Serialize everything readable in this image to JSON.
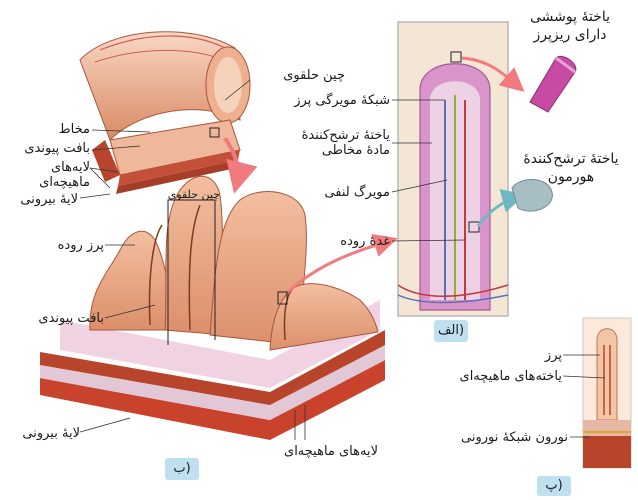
{
  "colors": {
    "tissue_pink": "#e8a583",
    "tissue_light": "#f6d3bc",
    "muscle_red": "#b8442c",
    "villus_purple": "#c77dba",
    "arrow_pink": "#f07a7e",
    "arrow_teal": "#6fb8c2",
    "tag_blue": "#bfe1ef"
  },
  "panels": {
    "a": "الف)",
    "b": "ب)",
    "p": "پ)"
  },
  "labels_top_left": {
    "circular_fold": "چین حلقوی",
    "mucosa": "مخاط",
    "connective": "بافت پیوندی",
    "muscle_layers": "لایه‌های\nماهیچه‌ای",
    "outer_layer": "لایهٔ بیرونی"
  },
  "labels_b": {
    "circular_fold": "چین حلقوی",
    "villus": "پرز روده",
    "connective": "بافت پیوندی",
    "outer_layer": "لایهٔ بیرونی",
    "muscle_layers": "لایه‌های ماهیچه‌ای"
  },
  "labels_a": {
    "capillary_net": "شبکهٔ مویرگی پرز",
    "mucus_cell": "یاختهٔ ترشح‌کنندهٔ\nمادهٔ مخاطی",
    "lymph": "مویرگ لنفی",
    "gland": "غدهٔ روده",
    "epithelial": "یاختهٔ پوششی\nدارای ریزپرز",
    "hormone_cell": "یاختهٔ ترشح‌کنندهٔ\nهورمون"
  },
  "labels_p": {
    "villus": "پرز",
    "muscle_cells": "یاخته‌های ماهیچه‌ای",
    "neuron_net": "نورون شبکهٔ نورونی"
  }
}
